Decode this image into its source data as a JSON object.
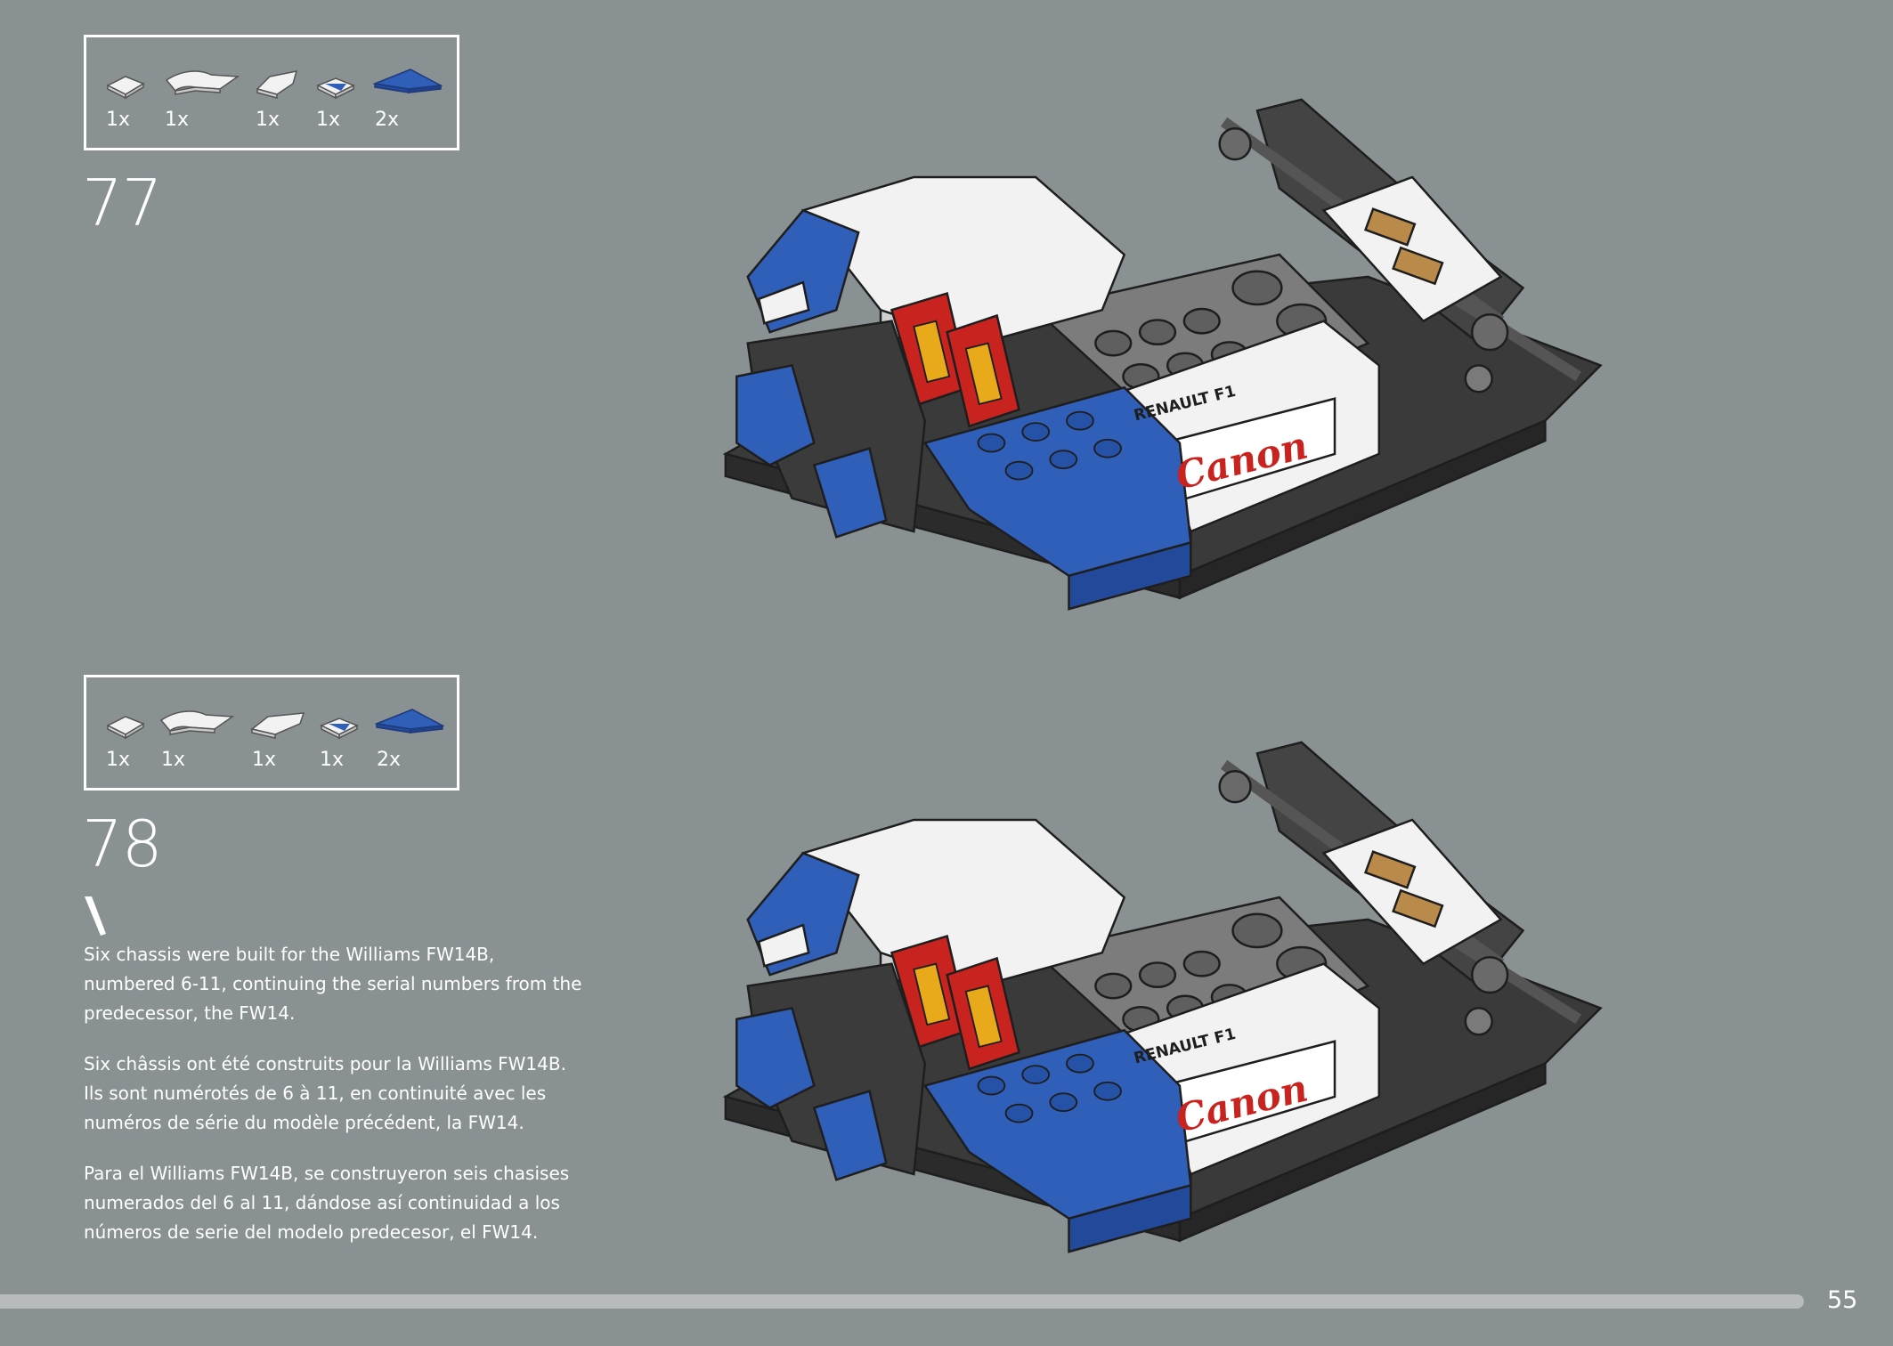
{
  "colors": {
    "background": "#8a9192",
    "brick_blue": "#2f5fb8",
    "brick_white": "#f2f2f2",
    "brick_dark": "#3b3b3b",
    "brick_red": "#c8231e",
    "brick_tan": "#b98a4a"
  },
  "steps": [
    {
      "number": "77",
      "parts": [
        {
          "icon": "white-tile-icon",
          "qty": "1x"
        },
        {
          "icon": "white-curved-plate-icon",
          "qty": "1x"
        },
        {
          "icon": "white-slope-tile-icon",
          "qty": "1x"
        },
        {
          "icon": "white-blue-tile-icon",
          "qty": "1x"
        },
        {
          "icon": "blue-wedge-tile-icon",
          "qty": "2x"
        }
      ],
      "model": {
        "sponsor_text": "Canon",
        "engine_text": "RENAULT F1"
      }
    },
    {
      "number": "78",
      "parts": [
        {
          "icon": "white-tile-icon",
          "qty": "1x"
        },
        {
          "icon": "white-curved-plate-icon",
          "qty": "1x"
        },
        {
          "icon": "white-slope-tile-icon",
          "qty": "1x"
        },
        {
          "icon": "white-blue-tile-icon",
          "qty": "1x"
        },
        {
          "icon": "blue-wedge-tile-icon",
          "qty": "2x"
        }
      ],
      "model": {
        "sponsor_text": "Canon",
        "engine_text": "RENAULT F1"
      }
    }
  ],
  "note": {
    "en": "Six chassis were built for the Williams FW14B, numbered 6-11, continuing the serial numbers from the predecessor, the FW14.",
    "fr": "Six châssis ont été construits pour la Williams FW14B. Ils sont numérotés de 6 à 11, en continuité avec les numéros de série du modèle précédent, la FW14.",
    "es": "Para el Williams FW14B, se construyeron seis chasises numerados del 6 al 11, dándose así continuidad a los números de serie del modelo predecesor, el FW14."
  },
  "page_number": "55"
}
